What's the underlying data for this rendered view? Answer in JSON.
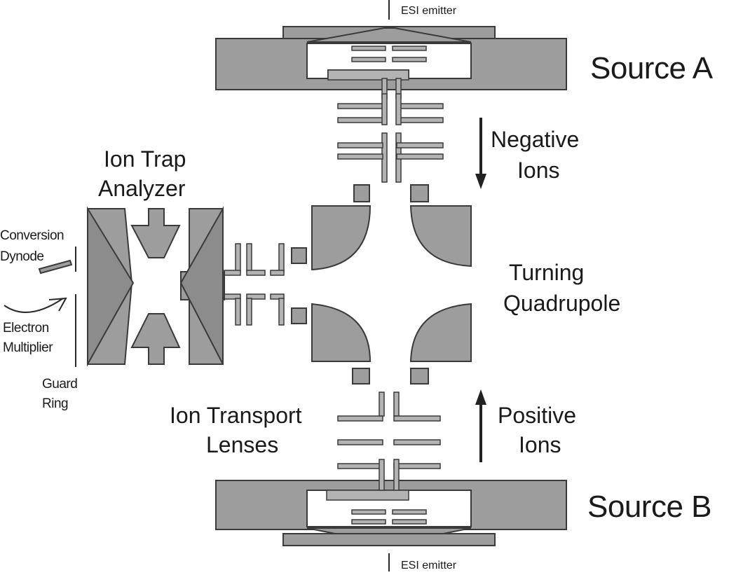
{
  "labels": {
    "esi_emitter_top": "ESI emitter",
    "esi_emitter_bottom": "ESI emitter",
    "source_a": "Source A",
    "source_b": "Source B",
    "negative_ions_line1": "Negative",
    "negative_ions_line2": "Ions",
    "positive_ions_line1": "Positive",
    "positive_ions_line2": "Ions",
    "ion_trap_line1": "Ion Trap",
    "ion_trap_line2": "Analyzer",
    "turning_quad_line1": "Turning",
    "turning_quad_line2": "Quadrupole",
    "transport_line1": "Ion Transport",
    "transport_line2": "Lenses",
    "conversion_line1": "Conversion",
    "conversion_line2": "Dynode",
    "electron_line1": "Electron",
    "electron_line2": "Multiplier",
    "guard_line1": "Guard",
    "guard_line2": "Ring"
  },
  "colors": {
    "component_fill": "#9d9d9d",
    "lens_fill": "#b3b3b3",
    "outline": "#3a3a3a",
    "text": "#1a1a1a"
  }
}
